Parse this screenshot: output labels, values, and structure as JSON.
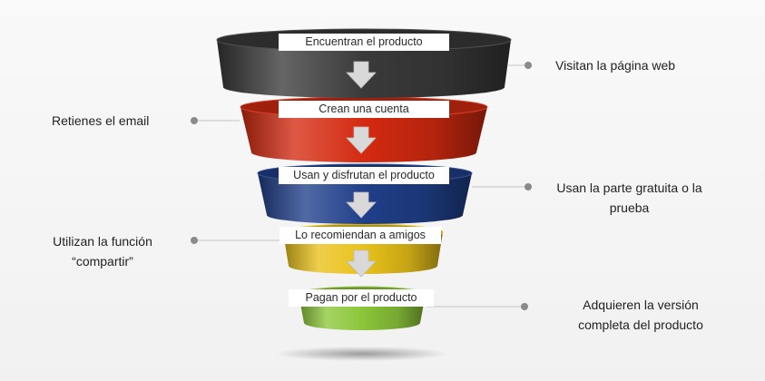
{
  "funnel": {
    "colors": {
      "stage_1": "#3a3a3a",
      "stage_2": "#d42a10",
      "stage_3": "#203f8a",
      "stage_4": "#e9c21a",
      "stage_5": "#8cc63a",
      "arrow": "#d9d9d9",
      "connector": "#8a8a8a"
    },
    "stages": [
      {
        "label": "Encuentran el producto"
      },
      {
        "label": "Crean una cuenta"
      },
      {
        "label": "Usan y disfrutan el producto"
      },
      {
        "label": "Lo recomiendan a amigos"
      },
      {
        "label": "Pagan por el producto"
      }
    ]
  },
  "side_notes": [
    {
      "text": "Visitan la página web"
    },
    {
      "text": "Retienes el email"
    },
    {
      "line_1": "Usan la parte gratuita o la",
      "line_2": "prueba"
    },
    {
      "line_1": "Utilizan la función",
      "line_2": "“compartir”"
    },
    {
      "line_1": "Adquieren la versión",
      "line_2": "completa del producto"
    }
  ]
}
